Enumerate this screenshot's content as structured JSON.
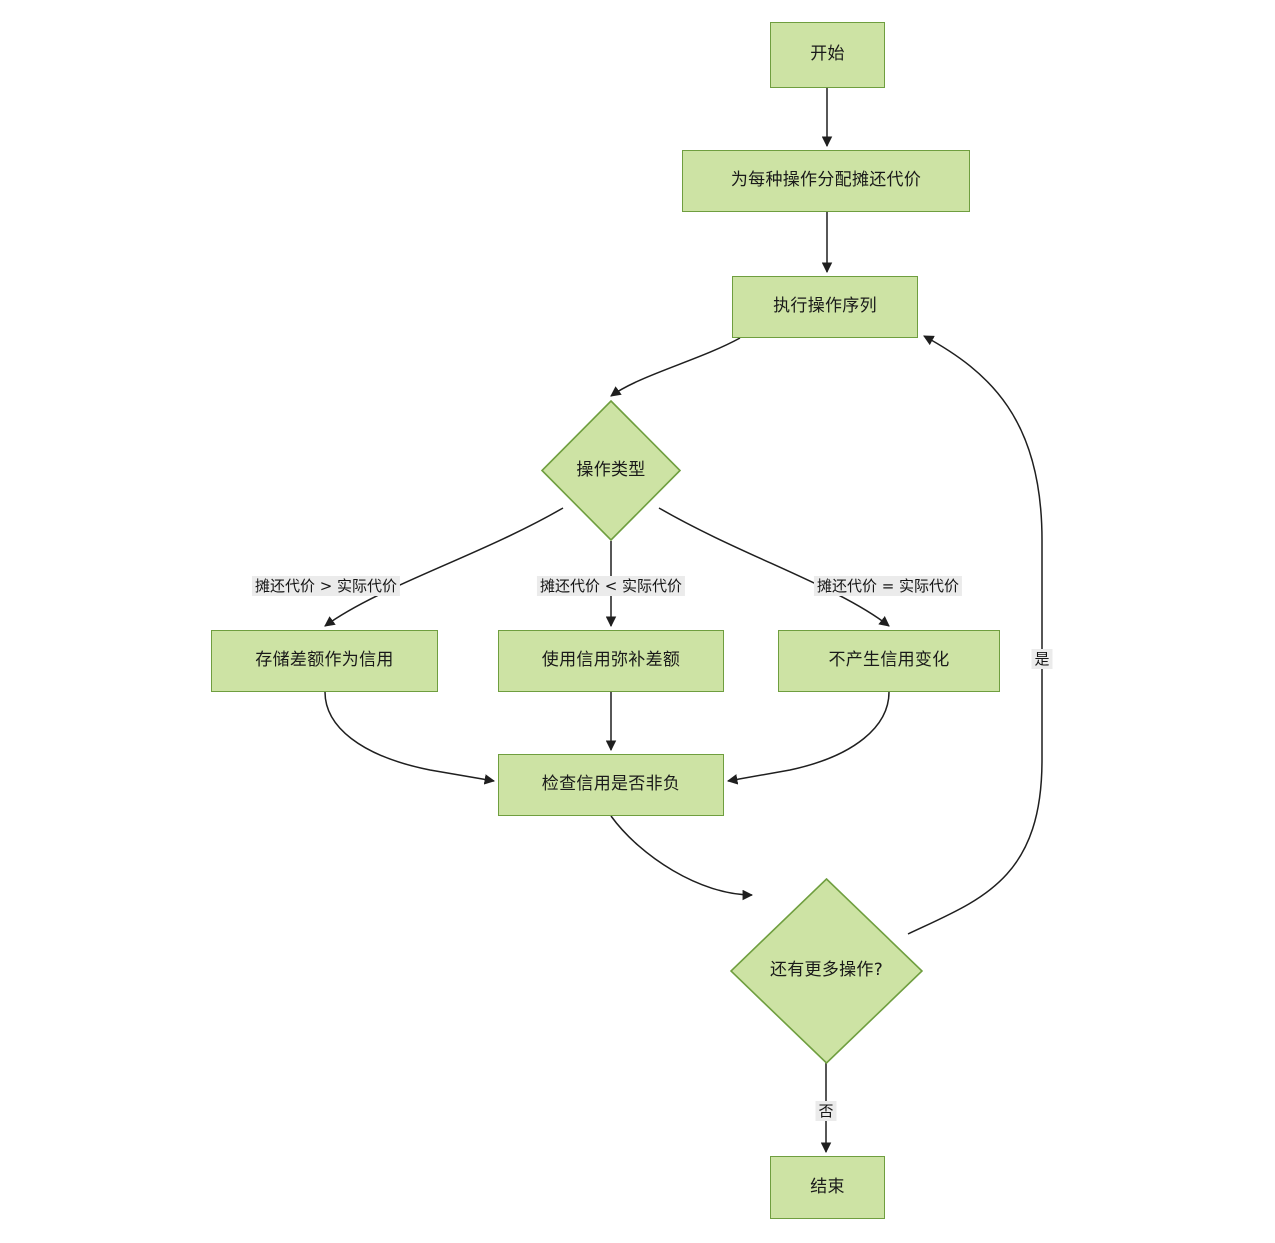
{
  "diagram": {
    "type": "flowchart",
    "orientation": "top-down",
    "theme": {
      "node_fill": "#cde3a4",
      "node_stroke": "#6f9e3f",
      "edge_stroke": "#1f1f1f",
      "label_background": "#ebebeb",
      "text_color": "#1a1a1a",
      "canvas_background": "#ffffff"
    },
    "nodes": [
      {
        "id": "start",
        "shape": "rectangle",
        "label": "开始"
      },
      {
        "id": "assign",
        "shape": "rectangle",
        "label": "为每种操作分配摊还代价"
      },
      {
        "id": "execute",
        "shape": "rectangle",
        "label": "执行操作序列"
      },
      {
        "id": "op_type",
        "shape": "diamond",
        "label": "操作类型"
      },
      {
        "id": "store_credit",
        "shape": "rectangle",
        "label": "存储差额作为信用"
      },
      {
        "id": "use_credit",
        "shape": "rectangle",
        "label": "使用信用弥补差额"
      },
      {
        "id": "no_change",
        "shape": "rectangle",
        "label": "不产生信用变化"
      },
      {
        "id": "check_credit",
        "shape": "rectangle",
        "label": "检查信用是否非负"
      },
      {
        "id": "more_ops",
        "shape": "diamond",
        "label": "还有更多操作?"
      },
      {
        "id": "end",
        "shape": "rectangle",
        "label": "结束"
      }
    ],
    "edges": [
      {
        "from": "start",
        "to": "assign",
        "label": ""
      },
      {
        "from": "assign",
        "to": "execute",
        "label": ""
      },
      {
        "from": "execute",
        "to": "op_type",
        "label": ""
      },
      {
        "from": "op_type",
        "to": "store_credit",
        "label": "摊还代价 > 实际代价"
      },
      {
        "from": "op_type",
        "to": "use_credit",
        "label": "摊还代价 < 实际代价"
      },
      {
        "from": "op_type",
        "to": "no_change",
        "label": "摊还代价 = 实际代价"
      },
      {
        "from": "store_credit",
        "to": "check_credit",
        "label": ""
      },
      {
        "from": "use_credit",
        "to": "check_credit",
        "label": ""
      },
      {
        "from": "no_change",
        "to": "check_credit",
        "label": ""
      },
      {
        "from": "check_credit",
        "to": "more_ops",
        "label": ""
      },
      {
        "from": "more_ops",
        "to": "execute",
        "label": "是"
      },
      {
        "from": "more_ops",
        "to": "end",
        "label": "否"
      }
    ],
    "edge_labels": {
      "gt": "摊还代价 > 实际代价",
      "lt": "摊还代价 < 实际代价",
      "eq": "摊还代价 = 实际代价",
      "yes": "是",
      "no": "否"
    }
  }
}
